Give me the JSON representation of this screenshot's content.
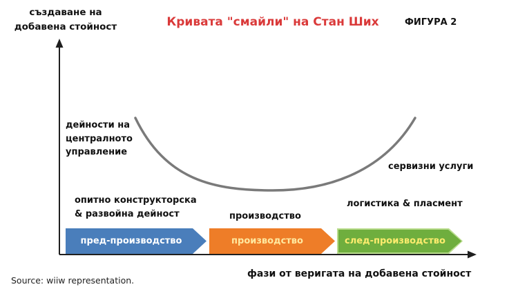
{
  "header": {
    "title": "Кривата \"смайли\" на Стан Ших",
    "title_color": "#da3a3a",
    "figure_label": "ФИГУРА 2"
  },
  "axes": {
    "y_label": "създаване на\nдобавена стойност",
    "x_label": "фази от веригата на добавена стойност",
    "axis_color": "#1f1f1f",
    "curve_color": "#7a7a7a"
  },
  "curve_labels": {
    "central_management": "дейности на централното управление",
    "rnd": "опитно конструкторска & развойна дейност",
    "production": "производство",
    "services": "сервизни услуги",
    "logistics": "логистика & пласмент"
  },
  "chevrons": [
    {
      "label": "пред-производство",
      "color": "#4a7ebb",
      "text_color": "#ffffff"
    },
    {
      "label": "производство",
      "color": "#ee7d28",
      "text_color": "#ffe9a0"
    },
    {
      "label": "след-производство",
      "color": "#6fae3e",
      "text_color": "#ffec6e",
      "border_color": "#b9dc8d"
    }
  ],
  "footer": {
    "source": "Source: wiiw representation."
  }
}
